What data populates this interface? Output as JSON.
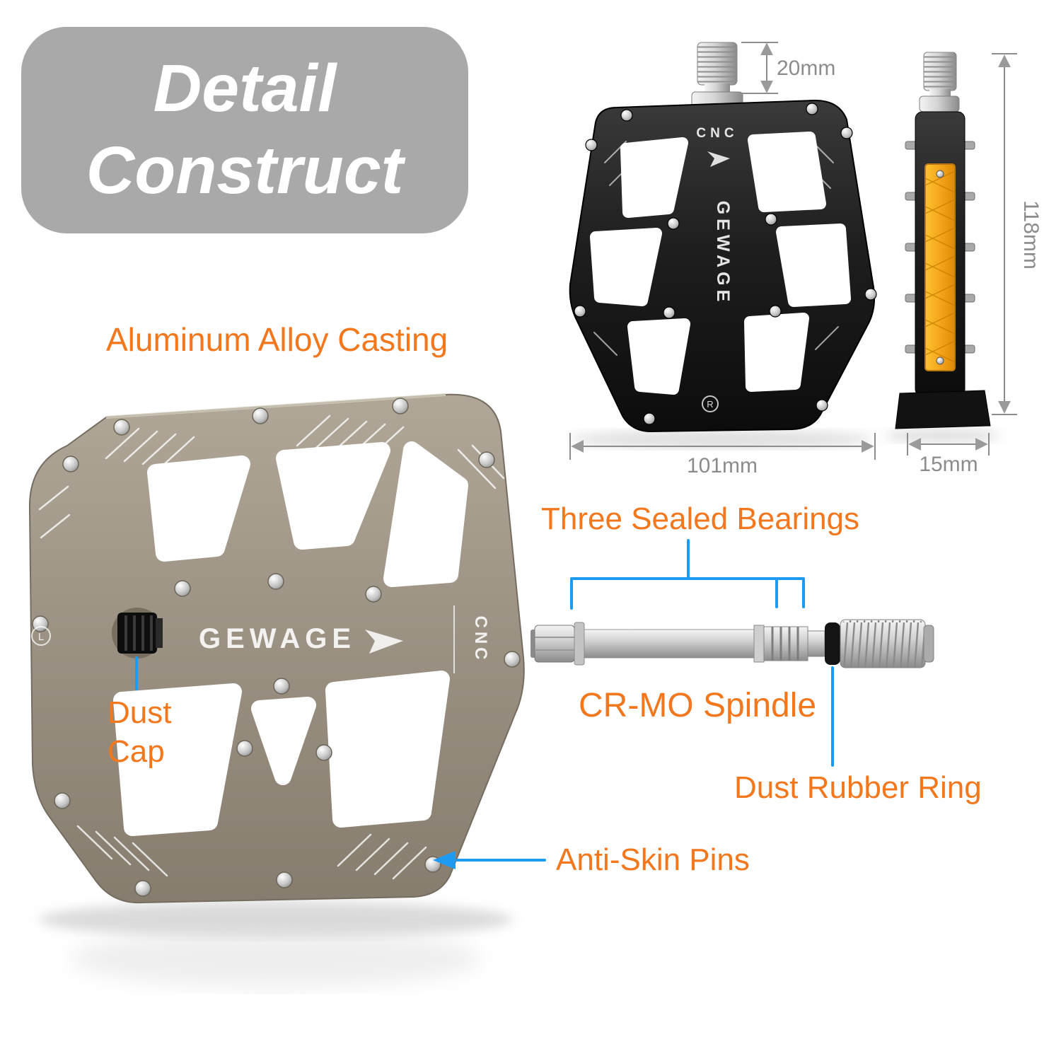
{
  "badge": {
    "line1": "Detail",
    "line2": "Construct"
  },
  "callouts": {
    "aluminum_alloy": "Aluminum Alloy Casting",
    "three_sealed_bearings": "Three Sealed Bearings",
    "cr_mo_spindle": "CR-MO Spindle",
    "dust_rubber_ring": "Dust Rubber Ring",
    "dust_cap_line1": "Dust",
    "dust_cap_line2": "Cap",
    "anti_skin_pins": "Anti-Skin Pins"
  },
  "dimensions": {
    "spindle_thread_height": "20mm",
    "pedal_width": "101mm",
    "pedal_length": "118mm",
    "pedal_thickness": "15mm"
  },
  "brand": {
    "name": "GEWAGE",
    "machining": "CNC",
    "left_mark": "L",
    "right_mark": "R"
  },
  "colors": {
    "accent_orange": "#F2771D",
    "callout_blue": "#1E9BF0",
    "badge_gray": "#A9A9A9",
    "dimension_gray": "#8C8C8C",
    "pedal_black": "#141414",
    "pedal_titanium": "#9A9183",
    "reflector_orange": "#F5A51D"
  }
}
